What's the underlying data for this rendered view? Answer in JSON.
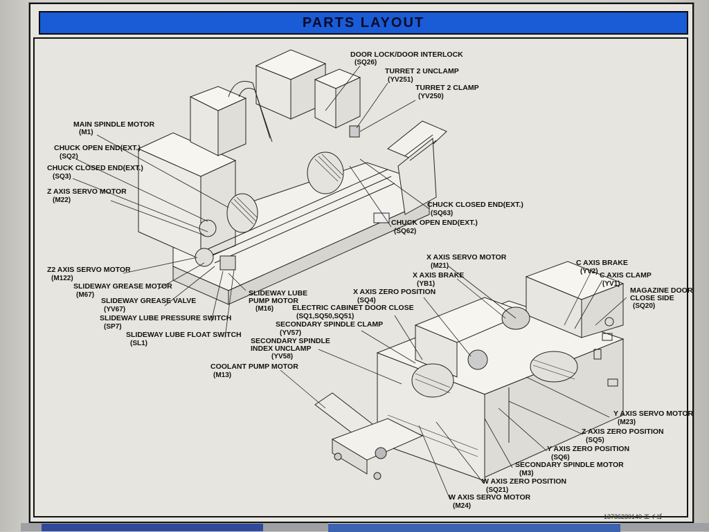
{
  "header": {
    "title": "PARTS LAYOUT"
  },
  "footer": {
    "serial": "13736230140 エイゴ"
  },
  "labels": [
    {
      "id": "door-lock",
      "name": "DOOR LOCK/DOOR INTERLOCK",
      "code": "(SQ26)"
    },
    {
      "id": "turret2-unclamp",
      "name": "TURRET 2 UNCLAMP",
      "code": "(YV251)"
    },
    {
      "id": "turret2-clamp",
      "name": "TURRET 2 CLAMP",
      "code": "(YV250)"
    },
    {
      "id": "main-spindle-motor",
      "name": "MAIN SPINDLE MOTOR",
      "code": "(M1)"
    },
    {
      "id": "chuck-open-main",
      "name": "CHUCK OPEN END(EXT.)",
      "code": "(SQ2)"
    },
    {
      "id": "chuck-closed-main",
      "name": "CHUCK CLOSED END(EXT.)",
      "code": "(SQ3)"
    },
    {
      "id": "z-axis-servo",
      "name": "Z AXIS SERVO MOTOR",
      "code": "(M22)"
    },
    {
      "id": "chuck-closed-sub",
      "name": "CHUCK CLOSED END(EXT.)",
      "code": "(SQ63)"
    },
    {
      "id": "chuck-open-sub",
      "name": "CHUCK OPEN END(EXT.)",
      "code": "(SQ62)"
    },
    {
      "id": "z2-axis-servo",
      "name": "Z2 AXIS SERVO MOTOR",
      "code": "(M122)"
    },
    {
      "id": "slideway-grease-motor",
      "name": "SLIDEWAY GREASE MOTOR",
      "code": "(M67)"
    },
    {
      "id": "slideway-grease-valve",
      "name": "SLIDEWAY GREASE VALVE",
      "code": "(YV67)"
    },
    {
      "id": "slideway-lube-pressure",
      "name": "SLIDEWAY LUBE PRESSURE SWITCH",
      "code": "(SP7)"
    },
    {
      "id": "slideway-lube-float",
      "name": "SLIDEWAY LUBE FLOAT SWITCH",
      "code": "(SL1)"
    },
    {
      "id": "slideway-lube-pump",
      "name": "SLIDEWAY LUBE\nPUMP MOTOR",
      "code": "(M16)"
    },
    {
      "id": "x-axis-servo",
      "name": "X AXIS SERVO MOTOR",
      "code": "(M21)"
    },
    {
      "id": "x-axis-brake",
      "name": "X AXIS BRAKE",
      "code": "(YB1)"
    },
    {
      "id": "x-axis-zero",
      "name": "X AXIS ZERO POSITION",
      "code": "(SQ4)"
    },
    {
      "id": "electric-cabinet-door",
      "name": "ELECTRIC CABINET DOOR CLOSE",
      "code": "(SQ1,SQ50,SQ51)"
    },
    {
      "id": "secondary-spindle-clamp",
      "name": "SECONDARY SPINDLE CLAMP",
      "code": "(YV57)"
    },
    {
      "id": "secondary-spindle-index",
      "name": "SECONDARY SPINDLE\nINDEX UNCLAMP",
      "code": "(YV58)"
    },
    {
      "id": "coolant-pump",
      "name": "COOLANT PUMP MOTOR",
      "code": "(M13)"
    },
    {
      "id": "c-axis-brake",
      "name": "C AXIS BRAKE",
      "code": "(YV2)"
    },
    {
      "id": "c-axis-clamp",
      "name": "C AXIS CLAMP",
      "code": "(YV1)"
    },
    {
      "id": "magazine-door",
      "name": "MAGAZINE DOOR\nCLOSE SIDE",
      "code": "(SQ20)"
    },
    {
      "id": "y-axis-servo",
      "name": "Y AXIS SERVO MOTOR",
      "code": "(M23)"
    },
    {
      "id": "z-axis-zero",
      "name": "Z AXIS ZERO POSITION",
      "code": "(SQ5)"
    },
    {
      "id": "y-axis-zero",
      "name": "Y AXIS ZERO POSITION",
      "code": "(SQ6)"
    },
    {
      "id": "secondary-spindle-motor",
      "name": "SECONDARY SPINDLE MOTOR",
      "code": "(M3)"
    },
    {
      "id": "w-axis-zero",
      "name": "W AXIS ZERO POSITION",
      "code": "(SQ21)"
    },
    {
      "id": "w-axis-servo",
      "name": "W AXIS SERVO MOTOR",
      "code": "(M24)"
    }
  ]
}
